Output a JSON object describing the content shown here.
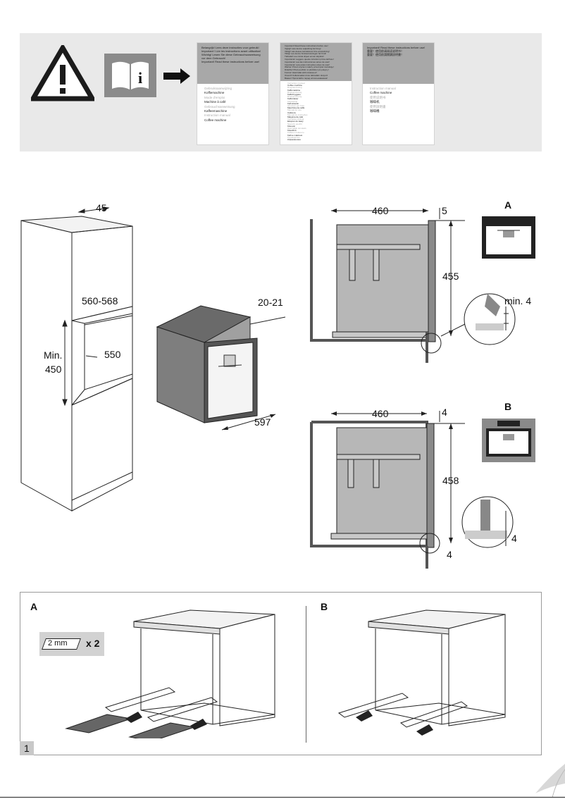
{
  "warning_section": {
    "icons": [
      "warning-triangle-icon",
      "manual-info-icon",
      "arrow-right-icon"
    ],
    "booklets": [
      {
        "header_lines": [
          "Belangrijk! Lees deze instructies voor gebruik!",
          "Important ! Lire les instructions avant utilisation!",
          "Wichtig! Lesen Sie diese Gebrauchsanweisung",
          "vor dem Gebrauch!",
          "Important! Read these instructions before use!"
        ],
        "items": [
          "Gebruiksaanwijzing",
          "Koffiemachine",
          "Mode d'emploi",
          "Machine à café",
          "Gebrauchsanweisung",
          "Kaffeemaschine",
          "Instruction manual",
          "Coffee machine"
        ]
      },
      {
        "header_lines": [
          "Important! Read these instructions before use!",
          "Vigtigt! Læs denne vejledning før brug!",
          "Viktigt! Läs dessa instruktioner före användning!",
          "Viktig! Les denne bruksanvisningen før bruk!",
          "Tärkeää! Lue nämä ohjeet ennen käyttöä!",
          "Importante! Leggere queste istruzioni prima dell'uso!",
          "Importante! Lea las instrucciones antes de usar!",
          "Importante! Leia estas instruções antes de usar!",
          "Ważne! Przed użyciem należy przeczytać instrukcję!",
          "Důležité! Před použitím si přečtěte tyto pokyny!",
          "Fontos! Használat előtt olvassa el!",
          "Önemli! Kullanmadan önce talimatları okuyun!",
          "Важно! Прочитайте перед использованием!"
        ],
        "items": [
          "Instruction manual",
          "Coffee machine",
          "Brugsanvisning",
          "Kaffemaskine",
          "Bruksanvisning",
          "Kaffebryggare",
          "Bruksanvisning",
          "Kaffetrakter",
          "Käyttöohje",
          "Kahvinkeitin",
          "Istruzioni per l'uso",
          "Macchina da caffè",
          "Manual de uso",
          "Cafetera",
          "Manual de instruções",
          "Máquina de café",
          "Instrukcja obsługi",
          "Ekspres do kawy",
          "Návod k použití",
          "Kávovar",
          "Használati útmutató",
          "Kávéfőző",
          "Kullanım kılavuzu",
          "Kahve makinesi",
          "Руководство",
          "Кофемашина"
        ]
      },
      {
        "header_lines": [
          "Important! Read these instructions before use!",
          "重要！使用前请阅读说明书！",
          "重要！使用前請閱讀說明書！"
        ],
        "items": [
          "Instruction manual",
          "Coffee machine",
          "使用说明书",
          "咖啡机",
          "使用說明書",
          "咖啡機"
        ]
      }
    ]
  },
  "dimensions": {
    "cabinet": {
      "depth_top": "45",
      "opening_width": "560-568",
      "min_height_line1": "Min.",
      "min_height_line2": "450",
      "inner_depth": "550"
    },
    "appliance": {
      "front_offset": "20-21",
      "width": "597"
    },
    "variant_a": {
      "label": "A",
      "depth": "460",
      "top_gap": "5",
      "height": "455",
      "detail_gap": "min. 4"
    },
    "variant_b": {
      "label": "B",
      "depth": "460",
      "top_gap": "4",
      "height": "458",
      "detail_gap": "4",
      "bottom_gap": "4"
    }
  },
  "installation": {
    "panel_a_label": "A",
    "panel_b_label": "B",
    "spacer": {
      "thickness": "2 mm",
      "quantity": "x 2"
    },
    "step": "1"
  },
  "colors": {
    "band": "#e9e9e9",
    "appliance_dark": "#3a3a3a",
    "cavity_gray": "#b7b7b7",
    "line": "#222222"
  }
}
